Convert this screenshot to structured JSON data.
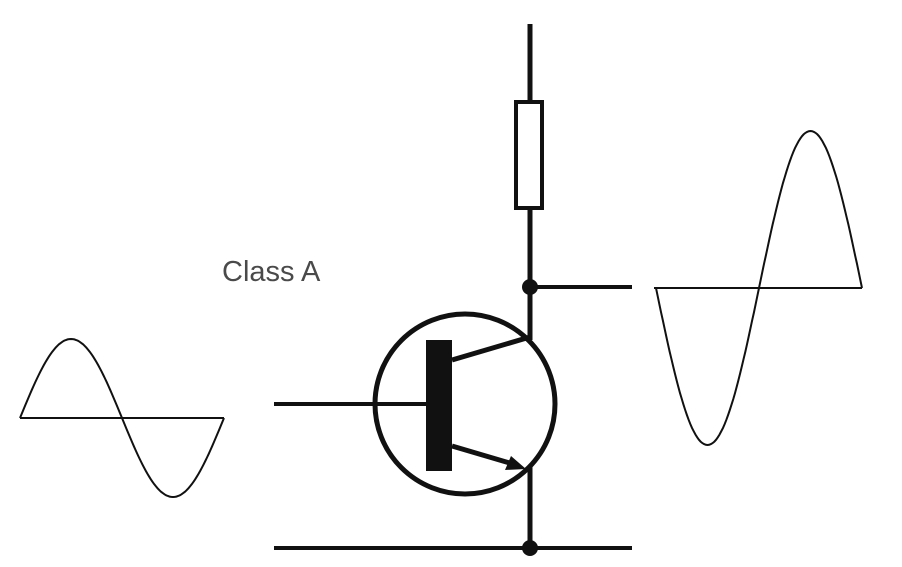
{
  "diagram": {
    "label": "Class A",
    "colors": {
      "stroke": "#111111",
      "label": "#4a4a4a",
      "background": "#ffffff"
    },
    "components": [
      "resistor",
      "npn-transistor",
      "input-signal",
      "output-signal"
    ],
    "input_signal": {
      "shape": "sine",
      "cycles": 1
    },
    "output_signal": {
      "shape": "sine",
      "cycles": 1,
      "inverted": true
    }
  }
}
